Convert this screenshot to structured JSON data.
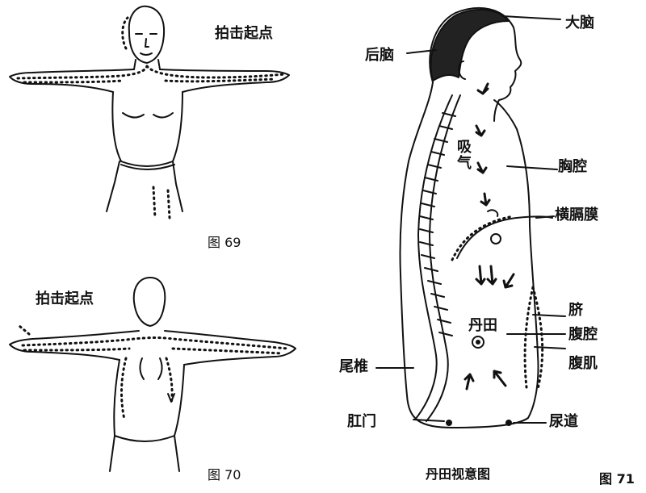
{
  "fig69": {
    "label_start": "拍击起点",
    "caption": "图 69"
  },
  "fig70": {
    "label_start": "拍击起点",
    "caption": "图 70"
  },
  "fig71": {
    "caption": "图 71",
    "subtitle": "丹田视意图",
    "labels": {
      "brain": "大脑",
      "hindbrain": "后脑",
      "inhale": "吸",
      "qi": "气",
      "chest_cavity": "胸腔",
      "diaphragm": "横膈膜",
      "navel": "脐",
      "dantian": "丹田",
      "abdominal_cavity": "腹腔",
      "abdominal_muscle": "腹肌",
      "coccyx": "尾椎",
      "anus": "肛门",
      "urethra": "尿道"
    }
  }
}
